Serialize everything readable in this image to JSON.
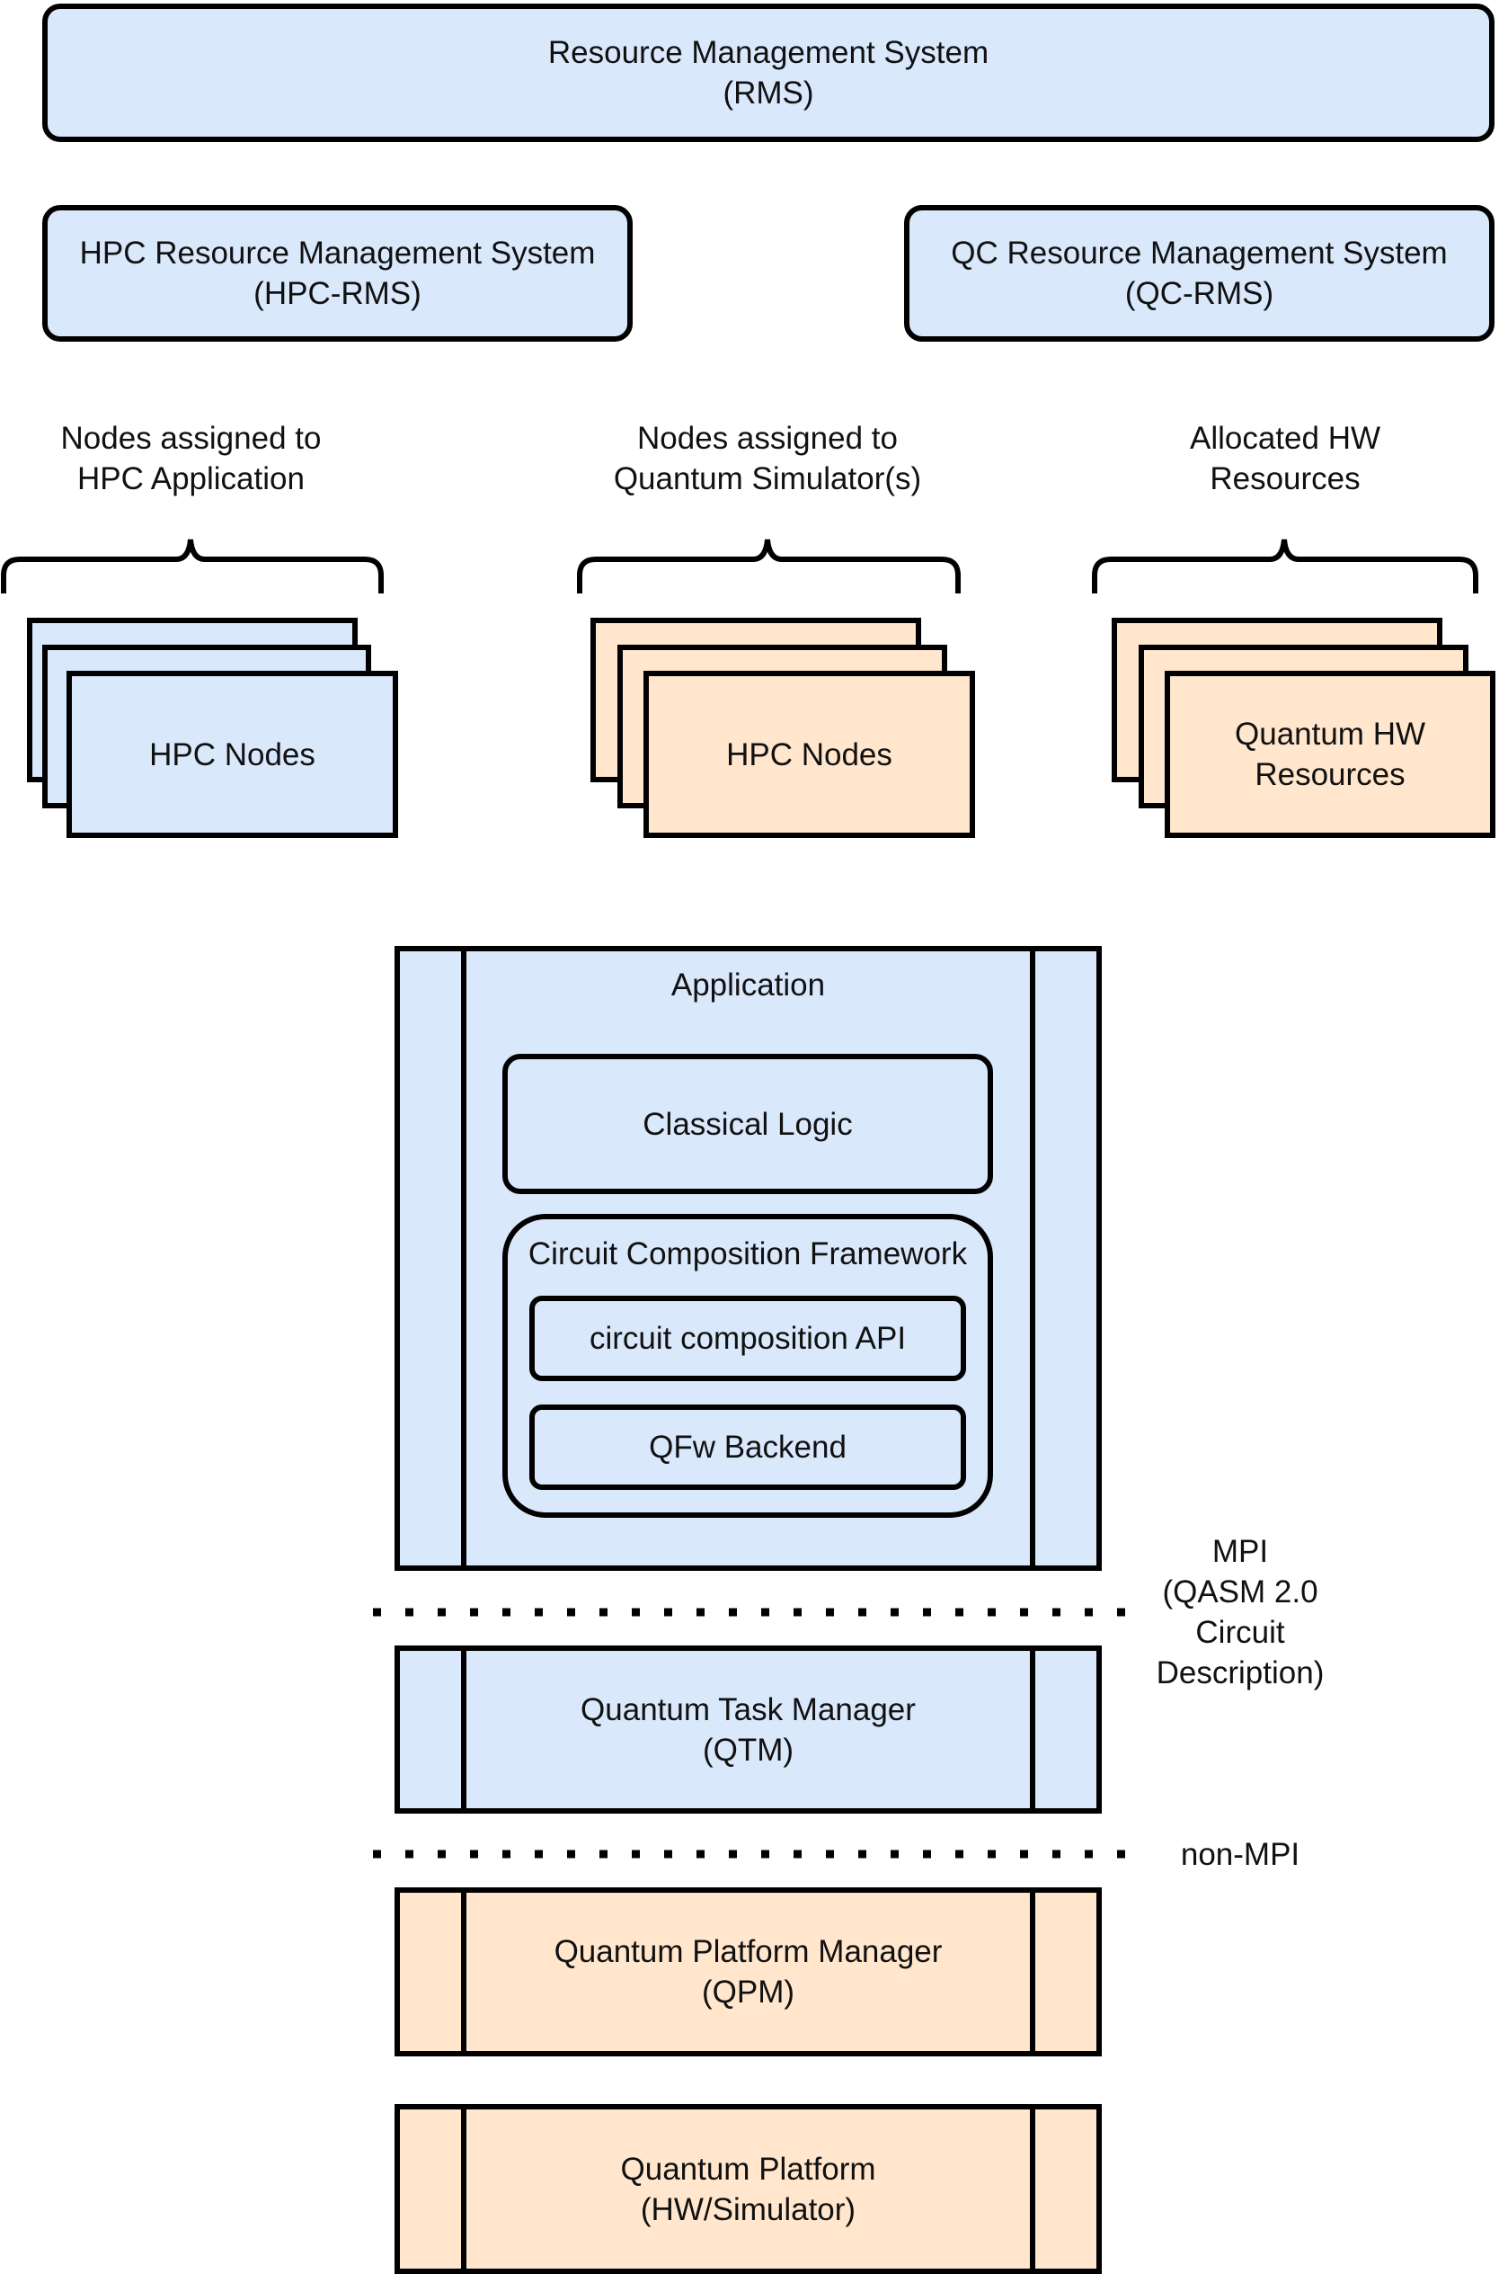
{
  "colors": {
    "blue_fill": "#dae8fc",
    "orange_fill": "#ffe6cc",
    "stroke": "#000000"
  },
  "rms": {
    "line1": "Resource Management System",
    "line2": "(RMS)"
  },
  "hpc_rms": {
    "line1": "HPC Resource Management System",
    "line2": "(HPC-RMS)"
  },
  "qc_rms": {
    "line1": "QC Resource Management System",
    "line2": "(QC-RMS)"
  },
  "groups": [
    {
      "caption_line1": "Nodes assigned to",
      "caption_line2": "HPC Application",
      "stack_line1": "HPC Nodes",
      "stack_line2": ""
    },
    {
      "caption_line1": "Nodes assigned to",
      "caption_line2": "Quantum Simulator(s)",
      "stack_line1": "HPC Nodes",
      "stack_line2": ""
    },
    {
      "caption_line1": "Allocated HW",
      "caption_line2": "Resources",
      "stack_line1": "Quantum HW",
      "stack_line2": "Resources"
    }
  ],
  "application": {
    "title": "Application",
    "classical_logic": "Classical Logic",
    "framework": {
      "title": "Circuit Composition Framework",
      "api": "circuit composition API",
      "backend": "QFw Backend"
    }
  },
  "interfaces": {
    "mpi": {
      "line1": "MPI",
      "line2": "(QASM 2.0",
      "line3": "Circuit",
      "line4": "Description)"
    },
    "non_mpi": "non-MPI"
  },
  "qtm": {
    "line1": "Quantum Task Manager",
    "line2": "(QTM)"
  },
  "qpm": {
    "line1": "Quantum Platform Manager",
    "line2": "(QPM)"
  },
  "platform": {
    "line1": "Quantum Platform",
    "line2": "(HW/Simulator)"
  }
}
